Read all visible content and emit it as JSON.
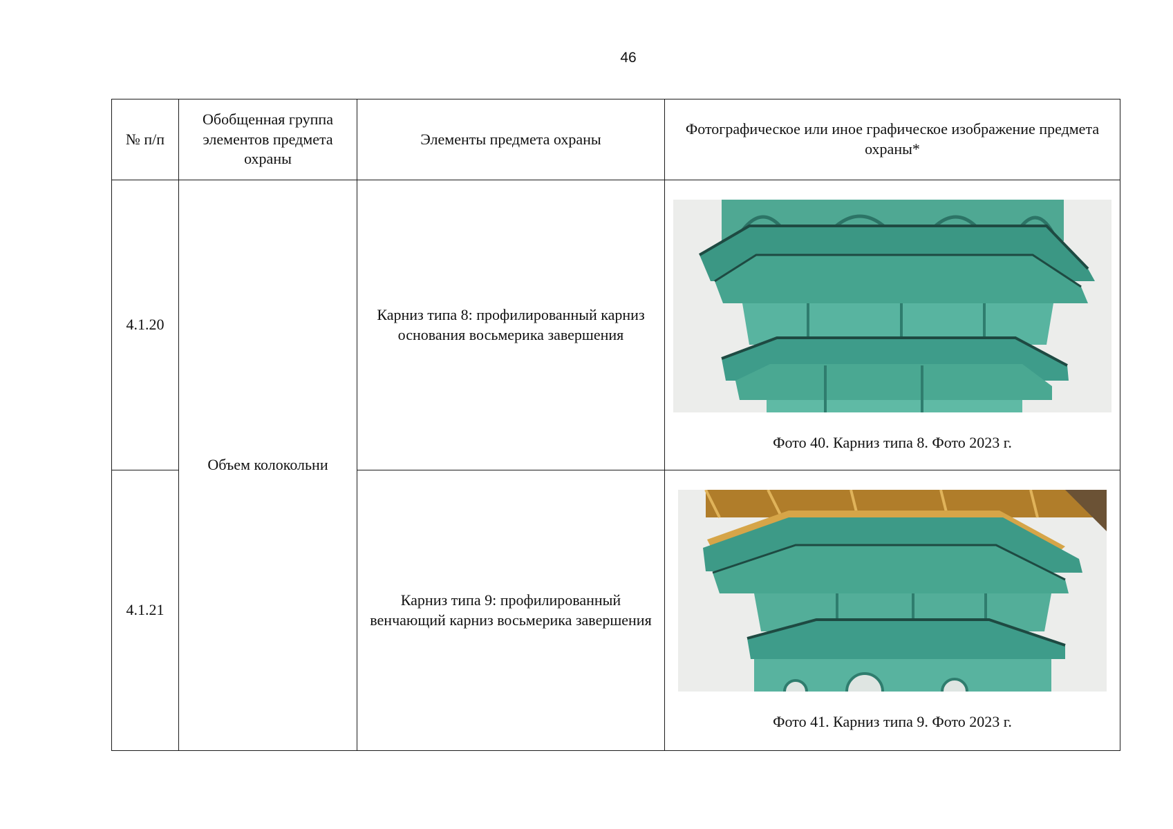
{
  "page": {
    "number": "46"
  },
  "table": {
    "headers": [
      "№ п/п",
      "Обобщенная группа элементов предмета охраны",
      "Элементы предмета охраны",
      "Фотографическое или иное графическое изображение предмета охраны*"
    ],
    "group": "Объем колокольни",
    "rows": [
      {
        "num": "4.1.20",
        "element": "Карниз типа 8: профилированный карниз основания восьмерика завершения",
        "caption": "Фото 40. Карниз типа 8. Фото 2023 г."
      },
      {
        "num": "4.1.21",
        "element": "Карниз типа 9: профилированный венчающий карниз восьмерика завершения",
        "caption": "Фото 41. Карниз типа 9. Фото 2023 г."
      }
    ]
  },
  "colors": {
    "copper_green": "#3e9c8a",
    "copper_light": "#5cb7a2",
    "copper_dark": "#1f5a50",
    "gold": "#c7932f",
    "sky": "#ecedeb"
  }
}
